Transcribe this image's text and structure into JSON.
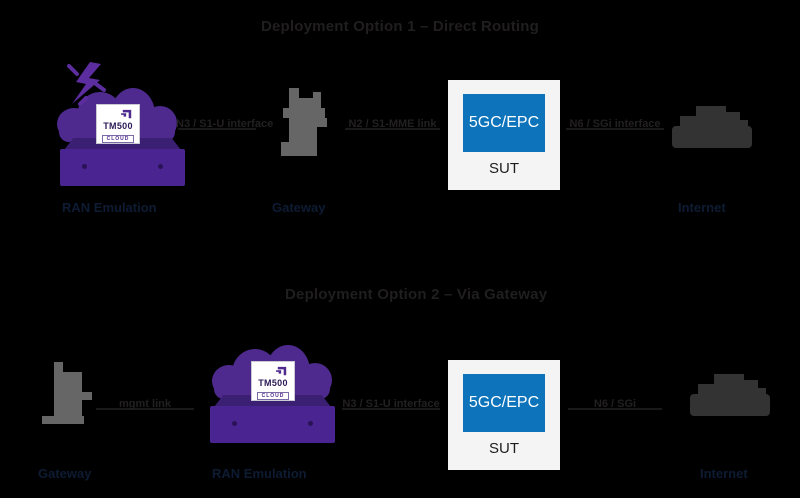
{
  "diagram": {
    "background_color": "#000000",
    "accent_blue": "#0d74bb",
    "accent_purple": "#4e2a8e",
    "label_navy": "#0d1b33",
    "sections": [
      {
        "id": "top",
        "title": "Deployment Option 1 – Direct Routing",
        "nodes": [
          {
            "id": "ran-top",
            "label": "RAN Emulation",
            "type": "tm500-cloud-server"
          },
          {
            "id": "gw-top",
            "label": "Gateway",
            "type": "gateway-tower"
          },
          {
            "id": "sut-top",
            "label": "SUT",
            "type": "sut-card",
            "box_text": "5GC/EPC"
          },
          {
            "id": "net-top",
            "label": "Internet",
            "type": "internet-cloud"
          }
        ],
        "links": [
          {
            "id": "link-top-1",
            "label": "N3 / S1-U interface"
          },
          {
            "id": "link-top-2",
            "label": "N2 / S1-MME link"
          },
          {
            "id": "link-top-3",
            "label": "N6 / SGi interface"
          }
        ]
      },
      {
        "id": "bottom",
        "title": "Deployment Option 2 – Via Gateway",
        "nodes": [
          {
            "id": "gw-bottom",
            "label": "Gateway",
            "type": "gateway-tower"
          },
          {
            "id": "ran-bottom",
            "label": "RAN Emulation",
            "type": "tm500-cloud-server"
          },
          {
            "id": "sut-bottom",
            "label": "SUT",
            "type": "sut-card",
            "box_text": "5GC/EPC"
          },
          {
            "id": "net-bottom",
            "label": "Internet",
            "type": "internet-cloud"
          }
        ],
        "links": [
          {
            "id": "link-bot-1",
            "label": "mgmt link"
          },
          {
            "id": "link-bot-2",
            "label": "N3 / S1-U interface"
          },
          {
            "id": "link-bot-3",
            "label": "N6 / SGi"
          }
        ]
      }
    ],
    "tm500_badge": {
      "name": "TM500",
      "sub": "CLOUD"
    },
    "icons": {
      "bolt": "lightning-bolt-icon",
      "cloud": "cloud-icon",
      "server": "server-rack-icon",
      "tower": "gateway-tower-icon",
      "internet": "internet-cloud-icon"
    }
  }
}
